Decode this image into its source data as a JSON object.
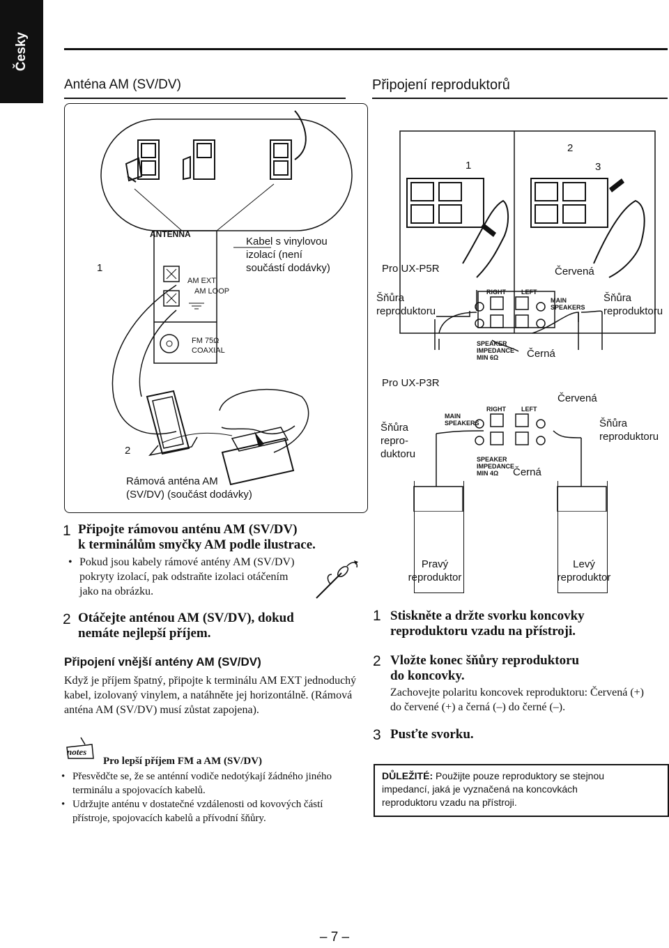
{
  "side_tab": "Česky",
  "left": {
    "title": "Anténa AM (SV/DV)",
    "fig": {
      "step1": "1",
      "step2": "2",
      "antenna": "ANTENNA",
      "am_ext": "AM EXT",
      "am_loop": "AM LOOP",
      "fm": "FM 75Ω",
      "coaxial": "COAXIAL",
      "cable_note": [
        "Kabel s vinylovou",
        "izolací (není",
        "součástí dodávky)"
      ],
      "loop_caption": [
        "Rámová anténa AM",
        "(SV/DV) (součást dodávky)"
      ]
    },
    "step1_heading": [
      "Připojte rámovou anténu AM (SV/DV)",
      "k terminálům smyčky AM podle ilustrace."
    ],
    "step1_bullet": [
      "Pokud jsou kabely rámové antény AM (SV/DV)",
      "pokryty izolací, pak odstraňte izolaci otáčením",
      "jako na obrázku."
    ],
    "step2_heading": [
      "Otáčejte anténou AM (SV/DV), dokud",
      "nemáte nejlepší příjem."
    ],
    "ext_title": "Připojení vnější antény AM (SV/DV)",
    "ext_body": [
      "Když je příjem špatný, připojte k terminálu AM EXT jednoduchý",
      "kabel, izolovaný vinylem, a natáhněte jej horizontálně. (Rámová",
      "anténa AM (SV/DV) musí zůstat zapojena)."
    ],
    "notes_label": "notes",
    "notes_title": "Pro lepší příjem FM a AM (SV/DV)",
    "notes_items": [
      [
        "Přesvědčte se, že se anténní vodiče nedotýkají žádného jiného",
        "terminálu a spojovacích kabelů."
      ],
      [
        "Udržujte anténu v dostatečné vzdálenosti od kovových částí",
        "přístroje, spojovacích kabelů a přívodní šňůry."
      ]
    ]
  },
  "right": {
    "title": "Připojení reproduktorů",
    "fig": {
      "n1": "1",
      "n2": "2",
      "n3": "3",
      "p5r": "Pro UX-P5R",
      "p3r": "Pro UX-P3R",
      "red": "Červená",
      "black": "Černá",
      "cord_left": [
        "Šňůra",
        "reproduktoru"
      ],
      "cord_right": [
        "Šňůra",
        "reproduktoru"
      ],
      "cord_left2": [
        "Šňůra",
        "repro-",
        "duktoru"
      ],
      "cord_right2": [
        "Šňůra",
        "reproduktoru"
      ],
      "right_lbl": "RIGHT",
      "left_lbl": "LEFT",
      "main_speakers": [
        "MAIN",
        "SPEAKERS"
      ],
      "impedance6": [
        "SPEAKER",
        "IMPEDANCE",
        "MIN 6Ω"
      ],
      "impedance4": [
        "SPEAKER",
        "IMPEDANCE",
        "MIN 4Ω"
      ],
      "plus": "+",
      "minus": "−",
      "right_speaker": [
        "Pravý",
        "reproduktor"
      ],
      "left_speaker": [
        "Levý",
        "reproduktor"
      ]
    },
    "s1": [
      "Stiskněte a držte svorku koncovky",
      "reproduktoru vzadu na přístroji."
    ],
    "s2": [
      "Vložte konec šňůry reproduktoru",
      "do koncovky."
    ],
    "s2_body": [
      "Zachovejte polaritu koncovek reproduktoru: Červená (+)",
      "do červené (+) a černá (–) do černé (–)."
    ],
    "s3": "Pusťte svorku.",
    "important_label": "DŮLEŽITÉ:",
    "important_text": [
      "Použijte pouze reproduktory se stejnou",
      "impedancí, jaká je vyznačená na koncovkách",
      "reproduktoru vzadu na přístroji."
    ]
  },
  "step_numbers": [
    "1",
    "2",
    "3"
  ],
  "page_number": "– 7 –"
}
